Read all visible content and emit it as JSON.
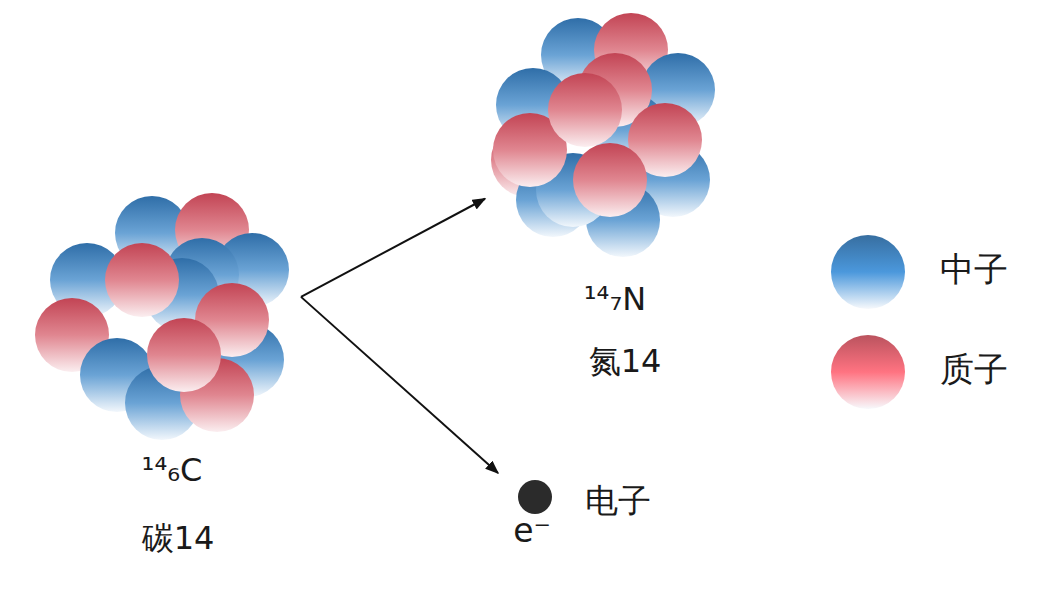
{
  "diagram": {
    "nodes": [
      {
        "text": [
          "¹⁴₆C",
          "碳14"
        ]
      },
      {
        "text": [
          "¹⁴₇N",
          "氮14"
        ]
      },
      {
        "text": [
          "电子",
          "e⁻"
        ]
      }
    ],
    "edges": [
      {
        "from": 0,
        "to": 1,
        "arrow": "to"
      },
      {
        "from": 0,
        "to": 2,
        "arrow": "to"
      }
    ],
    "legend": [
      {
        "text": "中子",
        "color": "#3f7fb8"
      },
      {
        "text": "质子",
        "color": "#d6606c"
      }
    ]
  }
}
